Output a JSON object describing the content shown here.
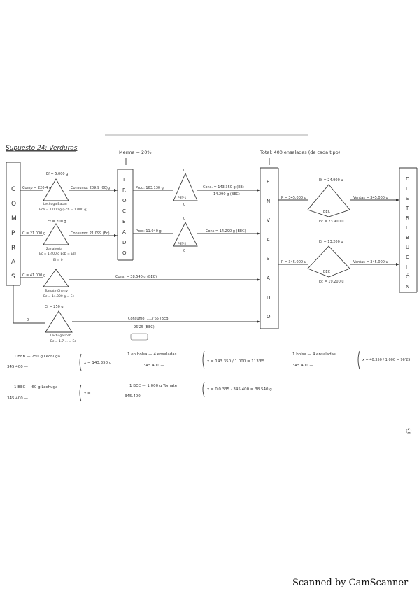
{
  "title": "Supuesto 24: Verduras",
  "header": {
    "merma": "Merma = 20%",
    "total_envasados": "Total: 400 ensaladas (de cada tipo)"
  },
  "columns": {
    "compras": [
      "C",
      "O",
      "M",
      "P",
      "R",
      "A",
      "S"
    ],
    "troceado": [
      "T",
      "R",
      "O",
      "C",
      "E",
      "A",
      "D",
      "O"
    ],
    "envasado": [
      "E",
      "N",
      "V",
      "A",
      "S",
      "A",
      "D",
      "O"
    ],
    "distribucion": [
      "D",
      "I",
      "S",
      "T",
      "R",
      "I",
      "B",
      "U",
      "C",
      "I",
      "Ó",
      "N"
    ]
  },
  "texts": {
    "lechuga_ef": "Ef = 5.000 g",
    "lechuga_compras": "Comp = 220.4 g",
    "lechuga_consumo": "Consumo: 209.9 (00)g",
    "lechuga_batan": "Lechuga Batán",
    "lechuga_ec": "Ecb = 1.000 g (Ecb = 1.000 g)",
    "zanahoria_ef": "Ef = 200 g",
    "zanahoria_compras": "C = 21.000 g",
    "zanahoria_consumo": "Consumo: 21.099 (Ec)",
    "zanahoria_label": "Zanahoria",
    "zanahoria_ec": "Ec = 1.400 g Ecb = Ezn",
    "zanahoria_ei": "Ei = 0",
    "tomate_compras": "C = 41.000 g",
    "tomate_label": "Tomate Cherry",
    "tomate_ec": "Ec = 14.000 g = Ec",
    "tomate_consumo": "Cons. = 38.540 g (BEC)",
    "pepino_ef": "Ef = 250 g",
    "pepino_compras": "0",
    "pepino_label": "Lechuga Iceb.",
    "pepino_ec": "Ec = 1.7 ... = Ec",
    "pepino_consumo1": "Consumo: 113'65 (BEB)",
    "pepino_consumo2": "96'25 (BEC)",
    "troceado_prod1": "Prod: 163.130 g",
    "troceado_cons1a": "Cons. = 143.350 g (EB)",
    "troceado_cons1b": "14.290 g (BEC)",
    "troceado_tri1_inner": "PST-1",
    "troceado_prod2": "Prod: 11.040 g",
    "troceado_cons2": "Cons = 14.290 g (BEC)",
    "troceado_tri2_inner": "PST-2",
    "envasado_p1": "P = 345.000 u",
    "envasado_ef1": "Ef = 24.900 u",
    "envasado_ventas1": "Ventas = 345.000 u",
    "envasado_bec1": "BEC",
    "envasado_ec1": "Ec = 23.900 u",
    "envasado_p2": "P = 345.000 u",
    "envasado_ef2": "Ef = 13.200 u",
    "envasado_ventas2": "Ventas = 345.000 u",
    "envasado_bec2": "BEC",
    "envasado_ec2": "Ec = 19.200 u",
    "calc1_a": "1 BEB — 250 g Lechuga",
    "calc1_b": "345.400 —",
    "calc1_c": "x = 143.350 g",
    "calc2_a": "1 BEC — 60 g Lechuga",
    "calc2_b": "345.400 —",
    "calc2_c": "x =",
    "calc3_a": "1 en bolsa — 4 ensaladas",
    "calc3_b": "345.400 —",
    "calc3_c": "x = 143.350 / 1.000 = 113'65",
    "calc4_a": "1 BEC — 1.000 g Tomate",
    "calc4_b": "345.400 —",
    "calc4_c": "x = 0'0 335 · 345.400 = 38.540 g",
    "calc5_a": "1 bolsa — 4 ensaladas",
    "calc5_b": "345.400 —",
    "calc5_c": "x = 40.350 / 1.000 = 96'25"
  },
  "page_number": "①",
  "footer": "Scanned by CamScanner"
}
